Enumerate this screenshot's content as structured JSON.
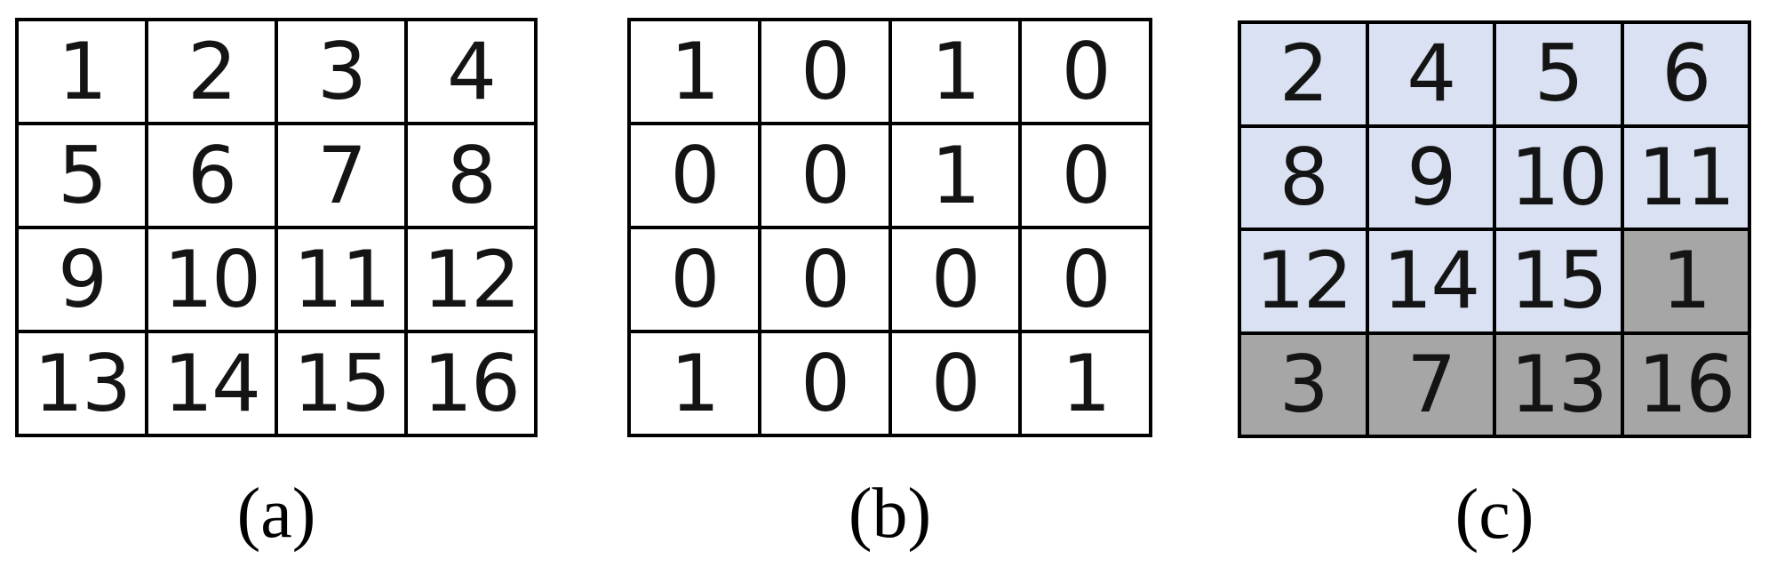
{
  "figure": {
    "background": "#ffffff",
    "grid_line_color": "#000000",
    "digit_color": "#141414",
    "highlight_blue": "#D9E1F2",
    "highlight_gray": "#A6A6A6",
    "panels": [
      {
        "label": "(a)",
        "rows": [
          [
            "1",
            "2",
            "3",
            "4"
          ],
          [
            "5",
            "6",
            "7",
            "8"
          ],
          [
            "9",
            "10",
            "11",
            "12"
          ],
          [
            "13",
            "14",
            "15",
            "16"
          ]
        ]
      },
      {
        "label": "(b)",
        "rows": [
          [
            "1",
            "0",
            "1",
            "0"
          ],
          [
            "0",
            "0",
            "1",
            "0"
          ],
          [
            "0",
            "0",
            "0",
            "0"
          ],
          [
            "1",
            "0",
            "0",
            "1"
          ]
        ]
      },
      {
        "label": "(c)",
        "rows": [
          [
            "2",
            "4",
            "5",
            "6"
          ],
          [
            "8",
            "9",
            "10",
            "11"
          ],
          [
            "12",
            "14",
            "15",
            "1"
          ],
          [
            "3",
            "7",
            "13",
            "16"
          ]
        ],
        "cell_colors": [
          [
            "#D9E1F2",
            "#D9E1F2",
            "#D9E1F2",
            "#D9E1F2"
          ],
          [
            "#D9E1F2",
            "#D9E1F2",
            "#D9E1F2",
            "#D9E1F2"
          ],
          [
            "#D9E1F2",
            "#D9E1F2",
            "#D9E1F2",
            "#A6A6A6"
          ],
          [
            "#A6A6A6",
            "#A6A6A6",
            "#A6A6A6",
            "#A6A6A6"
          ]
        ]
      }
    ]
  }
}
